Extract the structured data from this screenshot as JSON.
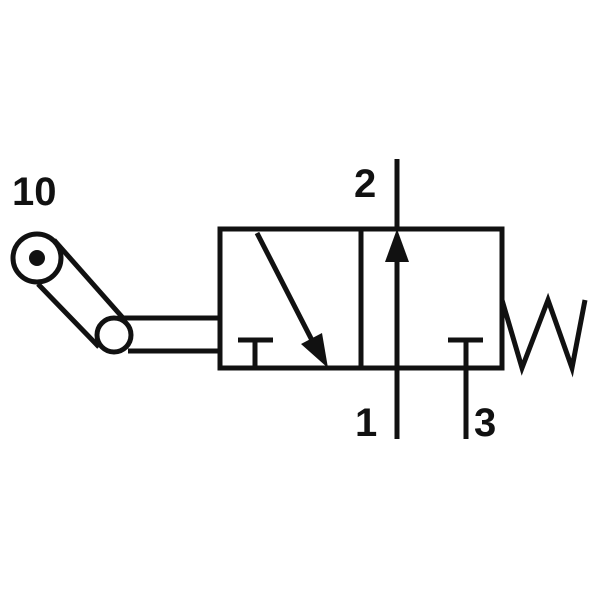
{
  "labels": {
    "actuator": "10",
    "port_outlet": "2",
    "port_inlet": "1",
    "port_exhaust": "3"
  },
  "colors": {
    "line": "#111111",
    "background": "#ffffff"
  }
}
